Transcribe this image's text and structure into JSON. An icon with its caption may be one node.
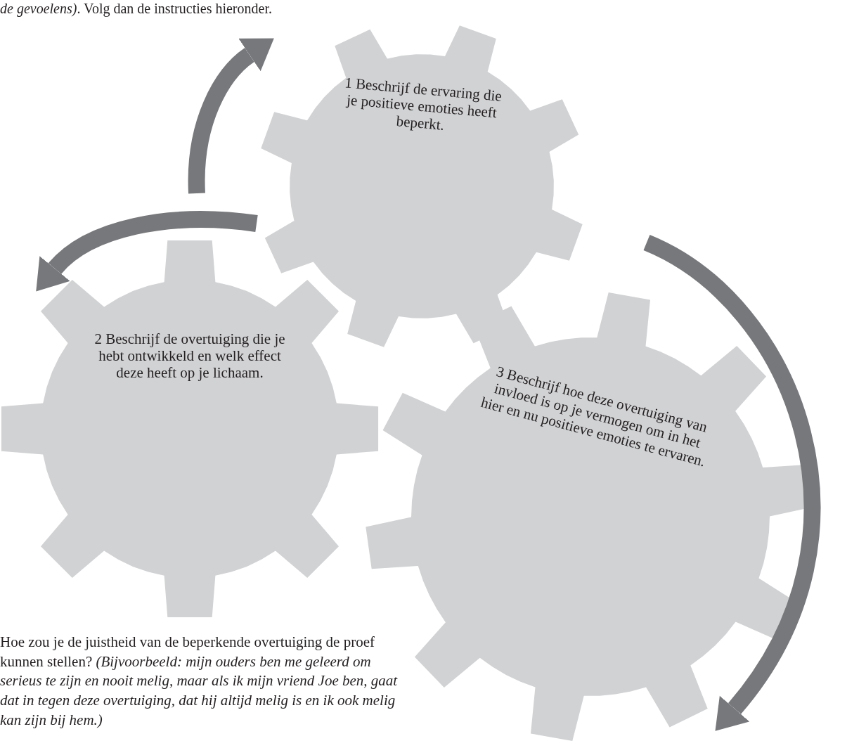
{
  "diagram": {
    "nodes": [
      {
        "text": [
          "1 Beschrijf de ervaring die je positieve emoties heeft beperkt."
        ]
      },
      {
        "text": [
          "2 Beschrijf de overtuiging die je hebt ontwikkeld en welk effect deze heeft op je lichaam."
        ]
      },
      {
        "text": [
          "3 Beschrijf hoe deze overtuiging van invloed is op je vermogen om in het hier en nu positieve emoties te ervaren."
        ]
      }
    ],
    "edges": [
      {
        "from": null,
        "to": 0,
        "arrow": "to"
      },
      {
        "from": 0,
        "to": 1,
        "arrow": "to"
      },
      {
        "from": null,
        "to": 2,
        "arrow": "to"
      }
    ],
    "labels": [
      "*de gevoelens)*. Volg dan de instructies hieronder.",
      "Hoe zou je de juistheid van de beperkende overtuiging de proef kunnen stellen? *(Bijvoorbeeld: mijn ouders ben me geleerd om serieus te zijn en nooit melig, maar als ik mijn vriend Joe ben, gaat dat in tegen deze overtuiging, dat hij altijd melig is en ik ook melig kan zijn bij hem.)*"
    ]
  }
}
